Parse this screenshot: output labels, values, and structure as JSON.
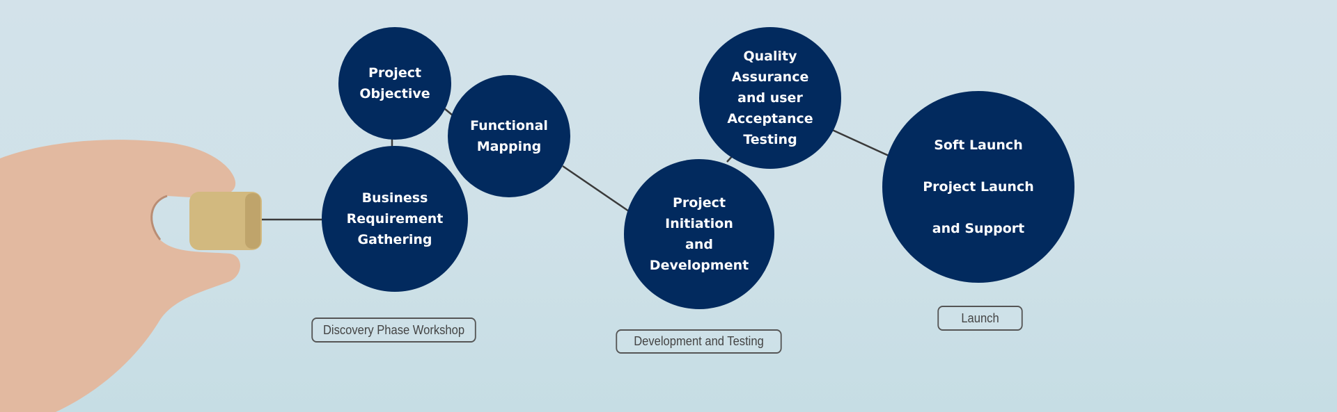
{
  "nodes": {
    "project_objective": [
      "Project",
      "Objective"
    ],
    "functional_mapping": [
      "Functional",
      "Mapping"
    ],
    "business_requirement": [
      "Business",
      "Requirement",
      "Gathering"
    ],
    "project_initiation": [
      "Project",
      "Initiation",
      "and",
      "Development"
    ],
    "quality_assurance": [
      "Quality",
      "Assurance",
      "and user",
      "Acceptance",
      "Testing"
    ],
    "launch": [
      "Soft Launch",
      "Project Launch",
      "and Support"
    ]
  },
  "phases": {
    "discovery": "Discovery Phase Workshop",
    "development": "Development and Testing",
    "launch": "Launch"
  },
  "colors": {
    "node": "#022a5e",
    "line": "#3a3a3a",
    "cube": "#d2b97f"
  }
}
